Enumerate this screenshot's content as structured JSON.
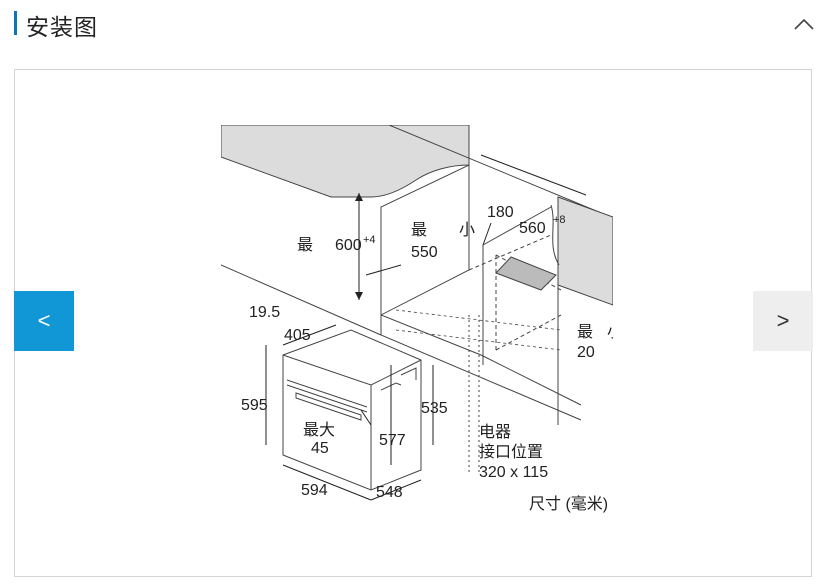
{
  "header": {
    "title": "安装图"
  },
  "nav": {
    "prev_label": "<",
    "next_label": ">"
  },
  "diagram": {
    "d_560": "560",
    "d_560_tol": "+8",
    "d_180": "180",
    "d_max_left": "最",
    "d_600": "600",
    "d_600_tol": "+4",
    "d_max_550_word": "最",
    "d_550": "550",
    "d_small_word": "小",
    "d_19_5": "19.5",
    "d_405": "405",
    "d_595": "595",
    "d_535": "535",
    "d_577": "577",
    "d_max45_word": "最大",
    "d_45": "45",
    "d_594": "594",
    "d_548": "548",
    "d_max20_word": "最",
    "d_20": "20",
    "d_min_word_right": "小",
    "elec_line1": "电器",
    "elec_line2": "接口位置",
    "elec_line3": "320 x 115",
    "units": "尺寸 (毫米)"
  }
}
